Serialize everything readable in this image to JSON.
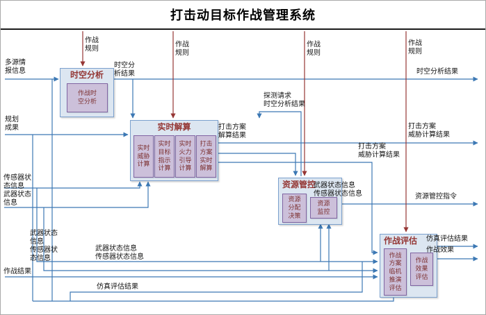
{
  "title": "打击动目标作战管理系统",
  "rule_label": "作战\n规则",
  "modules": {
    "shikong": {
      "title": "时空分析",
      "sub1": "作战时\n空分析"
    },
    "shishi": {
      "title": "实时解算",
      "sub1": "实时\n威胁\n计算",
      "sub2": "实时\n目标\n指示\n计算",
      "sub3": "实时\n火力\n引导\n计算",
      "sub4": "打击\n方案\n实时\n解算"
    },
    "ziyuan": {
      "title": "资源管控",
      "sub1": "资源\n分配\n决策",
      "sub2": "资源\n监控"
    },
    "pinggu": {
      "title": "作战评估",
      "sub1": "作战\n方案\n临机\n推演\n评估",
      "sub2": "作战\n效果\n评估"
    }
  },
  "inputs": {
    "multi_source_intel": "多源情\n报信息",
    "planning_results": "规划\n成果",
    "sensor_weapon_status": "传感器状\n态信息\n武器状态\n信息",
    "weapon_sensor_status": "武器状态\n信息\n传感器状\n态信息",
    "combat_results": "作战结果"
  },
  "outputs": {
    "spatiotemporal_result": "时空分析结果",
    "strike_threat_result": "打击方案\n威胁计算结果",
    "resource_command": "资源管控指令",
    "sim_eval_effect": "仿真评估结果\n作战效果"
  },
  "flow_labels": {
    "spatiotemporal_mid": "时空分\n析结果",
    "detect_request": "探测请求\n时空分析结果",
    "strike_solution": "打击方案\n解算结果",
    "strike_threat_mid": "打击方案\n威胁计算结果",
    "weapon_sensor_to_resource": "武器状态信息\n传感器状态信息",
    "weapon_sensor_bottom": "武器状态信息\n传感器状态信息",
    "sim_eval_bottom": "仿真评估结果"
  },
  "colors": {
    "module_fill": "#dce6f1",
    "module_border": "#7ba0cd",
    "sub_fill": "#ccc0da",
    "sub_border": "#8064a2",
    "module_title_text": "#943634",
    "flow_line": "#3c78b4",
    "rule_line": "#963634"
  }
}
